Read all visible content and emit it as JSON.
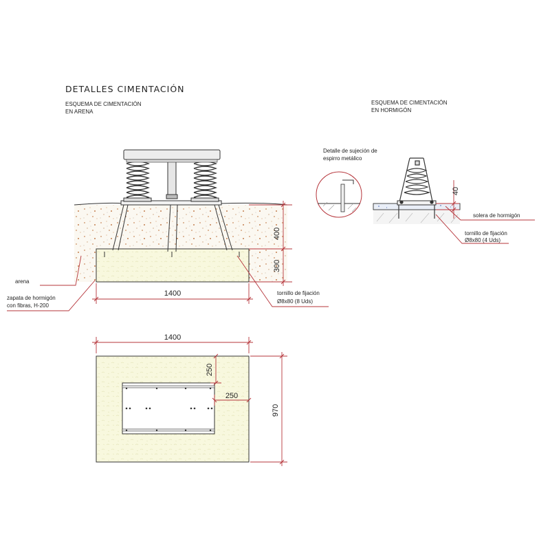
{
  "title": "DETALLES CIMENTACIÓN",
  "left_scheme": {
    "heading_line1": "ESQUEMA DE CIMENTACIÓN",
    "heading_line2": "EN ARENA",
    "dim_depth_upper": "400",
    "dim_depth_lower": "300",
    "dim_width": "1400",
    "label_sand": "arena",
    "label_footing_line1": "zapata de hormigón",
    "label_footing_line2": "con fibras, H-200",
    "label_bolt_line1": "tornillo de fijación",
    "label_bolt_line2": "Ø8x80 (8 Uds)"
  },
  "right_scheme": {
    "heading_line1": "ESQUEMA DE CIMENTACIÓN",
    "heading_line2": "EN HORMIGÓN",
    "detail_line1": "Detalle de sujeción de",
    "detail_line2": "espirro metálico",
    "dim_slab": "40",
    "label_slab": "solera de hormigón",
    "label_bolt_line1": "tornillo de fijación",
    "label_bolt_line2": "Ø8x80 (4 Uds)"
  },
  "plan_view": {
    "dim_width": "1400",
    "dim_height": "970",
    "dim_top_offset": "250",
    "dim_side_offset": "250"
  },
  "colors": {
    "dimension_lines": "#b5343a",
    "concrete_fill": "#f7f7dc",
    "soil_fill": "#faf6ee",
    "soil_grains": "#c98a5c",
    "ink": "#333333"
  }
}
